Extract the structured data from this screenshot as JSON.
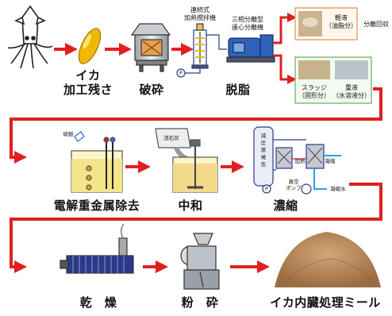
{
  "steps": {
    "squid_line1": "イカ",
    "squid_line2": "加工残さ",
    "crush": "破砕",
    "degrease": "脱脂",
    "electrolysis": "電解重金属除去",
    "neutralize": "中和",
    "concentrate": "濃縮",
    "dry": "乾　燥",
    "grind": "粉　砕",
    "product": "イカ内臓処理ミール"
  },
  "annotations": {
    "heater_line1": "連続式",
    "heater_line2": "加熱撹拌機",
    "separator_line1": "三相分離型",
    "separator_line2": "遠心分離機",
    "light_liquid_line1": "軽液",
    "light_liquid_line2": "（油脂分）",
    "separate_recover": "分離回収",
    "sludge_line1": "スラッジ",
    "sludge_line2": "（固形分）",
    "heavy_liquid_line1": "重液",
    "heavy_liquid_line2": "（水溶液分）",
    "sulfuric_acid": "硫酸",
    "slaked_lime": "消石灰",
    "vacuum_pump_line1": "真空",
    "vacuum_pump_line2": "ポンプ",
    "condensate": "凝縮水",
    "heating": "加熱",
    "condense": "凝縮",
    "evap_chars": [
      "減",
      "圧",
      "蒸",
      "発",
      "缶"
    ],
    "pump_p": "P"
  },
  "colors": {
    "arrow": "#e02020",
    "pipe": "#2a3a8a",
    "water_blue": "#2aa0e0",
    "meal": "#b98a5a",
    "box_orange": "#e8a060",
    "box_green": "#7ab870"
  }
}
